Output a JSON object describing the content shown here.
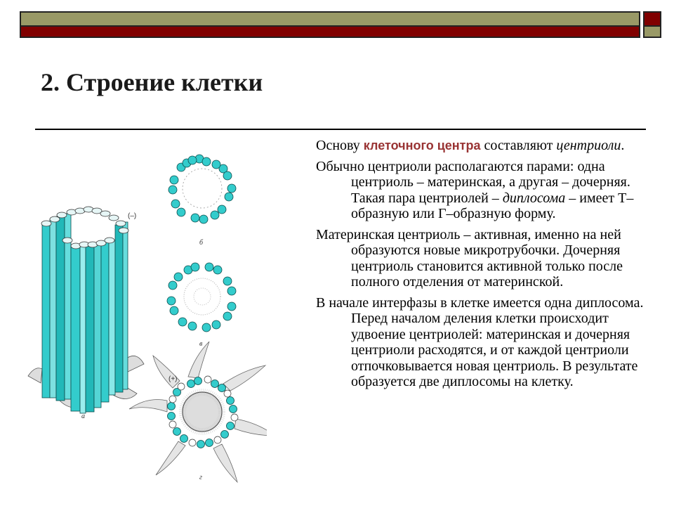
{
  "slide": {
    "title": "2. Строение клетки",
    "colors": {
      "olive": "#999966",
      "maroon": "#800000",
      "highlight": "#993333",
      "tubule": "#33cccc"
    }
  },
  "paragraphs": [
    {
      "p1_a": "Основу ",
      "p1_hl": "клеточного центра",
      "p1_b": " составляют ",
      "p1_it": "центриоли",
      "p1_c": "."
    },
    {
      "p2_a": "Обычно центриоли располагаются парами: одна центриоль – материнская, а другая – дочерняя. Такая пара центриолей – ",
      "p2_it": "диплосома",
      "p2_b": " – имеет Т–образную или Г–образную форму."
    },
    {
      "p3": "Материнская центриоль – активная, именно на ней образуются новые микротрубочки. Дочерняя центриоль становится активной только после полного отделения от материнской."
    },
    {
      "p4": "В начале интерфазы в клетке имеется одна диплосома. Перед началом деления клетки происходит удвоение центриолей: материнская и дочерняя центриоли расходятся, и от каждой центриоли отпочковывается новая центриоль. В результате образуется две диплосомы на клетку."
    }
  ],
  "figure": {
    "label_a": "а",
    "label_b": "б",
    "label_v": "в",
    "label_g": "г",
    "minus": "(–)",
    "plus": "(+)"
  }
}
